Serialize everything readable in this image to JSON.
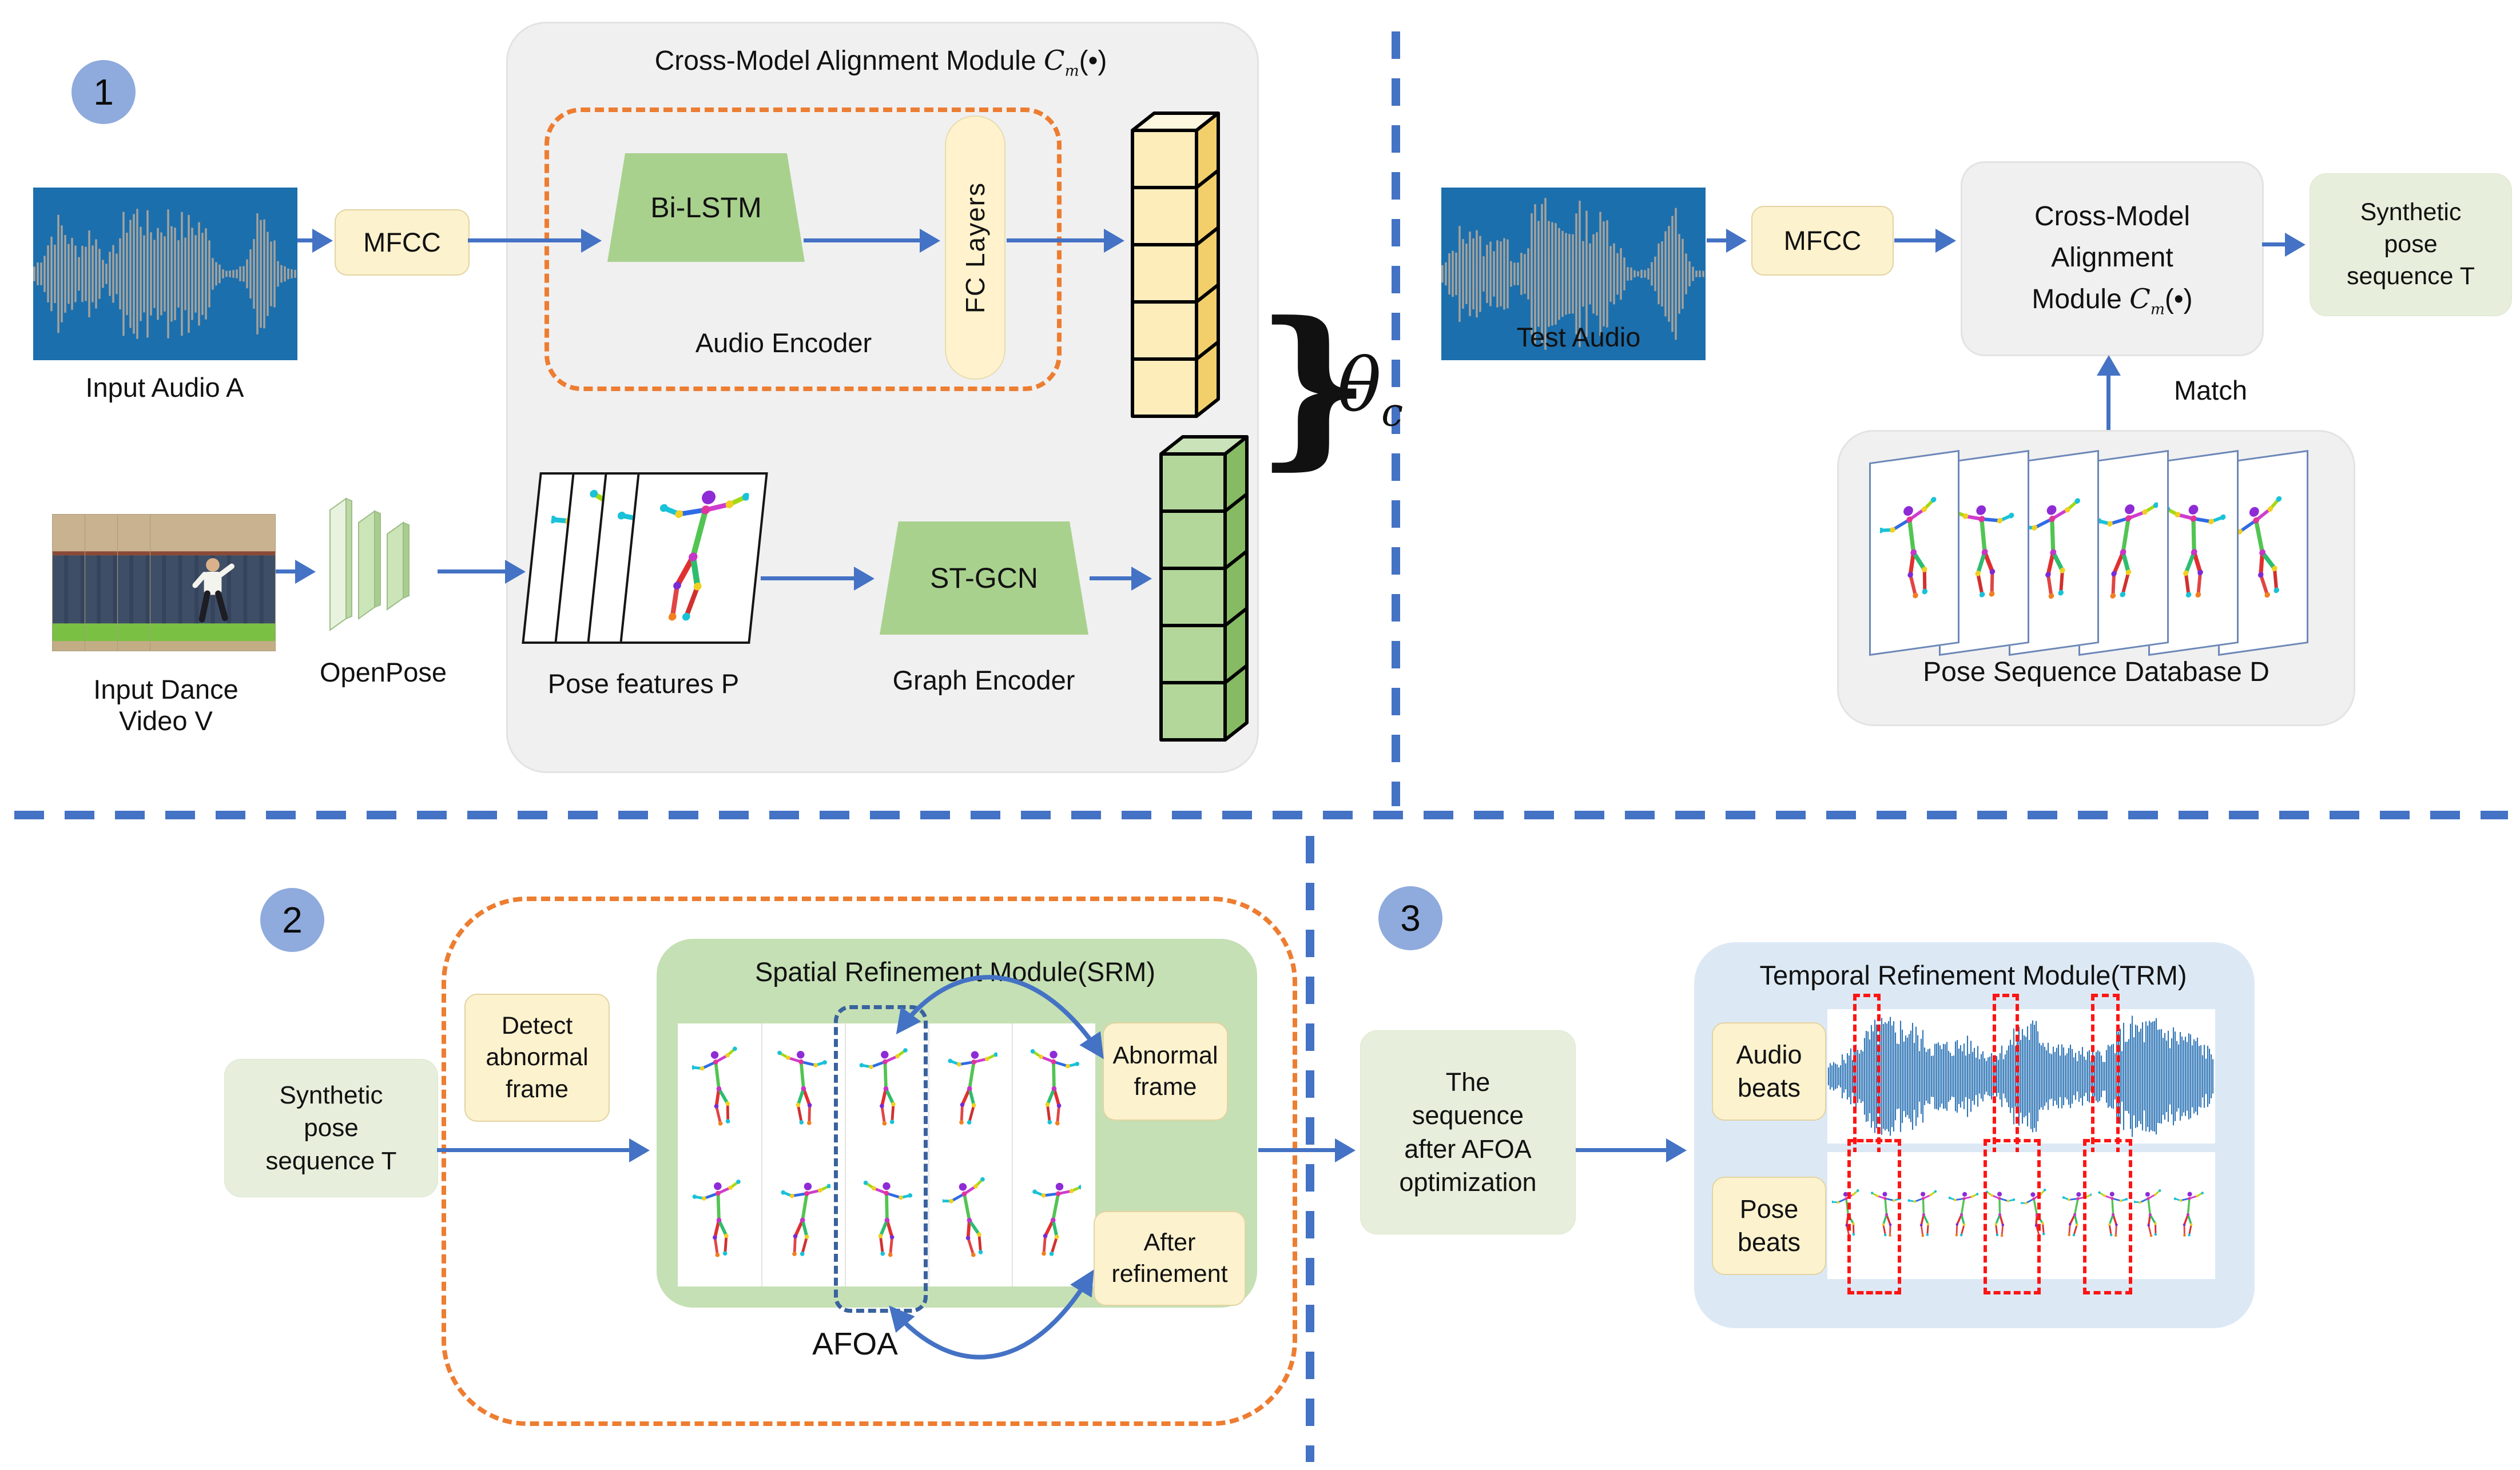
{
  "colors": {
    "arrow_blue": "#4472C4",
    "divider_blue": "#4472C4",
    "dashed_orange": "#ED7D31",
    "module_gray": "#F0F0F0",
    "cream_box": "#FDF2CE",
    "fc_pill_cream": "#FFF2CC",
    "green_shape": "#A9D18E",
    "green_box_light": "#E7EFDC",
    "srm_green": "#C5E0B4",
    "trm_blue": "#DCE9F5",
    "badge_blue": "#8FAADC",
    "audio_image_blue": "#1C6FAD",
    "waveform_navy": "#2E75B6",
    "beat_marker_red": "#FF1414"
  },
  "badges": {
    "step1": "1",
    "step2": "2",
    "step3": "3"
  },
  "train": {
    "input_audio_label": "Input Audio A",
    "mfcc_label": "MFCC",
    "module_title_prefix": "Cross-Model Alignment Module ",
    "symbol": {
      "main": "C",
      "sub": "m",
      "args": "(•)"
    },
    "bilstm_label": "Bi-LSTM",
    "fc_layers_label": "FC Layers",
    "audio_encoder_label": "Audio Encoder",
    "input_dance_lines": [
      "Input Dance",
      "Video V"
    ],
    "openpose_label": "OpenPose",
    "pose_features_label": "Pose features P",
    "stgcn_label": "ST-GCN",
    "graph_encoder_label": "Graph Encoder",
    "brace": "}",
    "theta": {
      "main": "θ",
      "sub": "c"
    }
  },
  "test": {
    "test_audio_label": "Test Audio",
    "mfcc_label": "MFCC",
    "module_lines": [
      "Cross-Model",
      "Alignment",
      "Module "
    ],
    "symbol": {
      "main": "C",
      "sub": "m",
      "args": "(•)"
    },
    "synthetic_pose_lines": [
      "Synthetic",
      "pose",
      "sequence T"
    ],
    "match_label": "Match",
    "database_label": "Pose Sequence Database D"
  },
  "srm": {
    "synthetic_pose_lines": [
      "Synthetic",
      "pose",
      "sequence T"
    ],
    "detect_lines": [
      "Detect",
      "abnormal",
      "frame"
    ],
    "title": "Spatial Refinement Module(SRM)",
    "abnormal_lines": [
      "Abnormal",
      "frame"
    ],
    "after_lines": [
      "After",
      "refinement"
    ],
    "afoa_label": "AFOA"
  },
  "trm": {
    "sequence_lines": [
      "The",
      "sequence",
      "after AFOA",
      "optimization"
    ],
    "title": "Temporal Refinement Module(TRM)",
    "audio_beats_lines": [
      "Audio",
      "beats"
    ],
    "pose_beats_lines": [
      "Pose",
      "beats"
    ]
  }
}
